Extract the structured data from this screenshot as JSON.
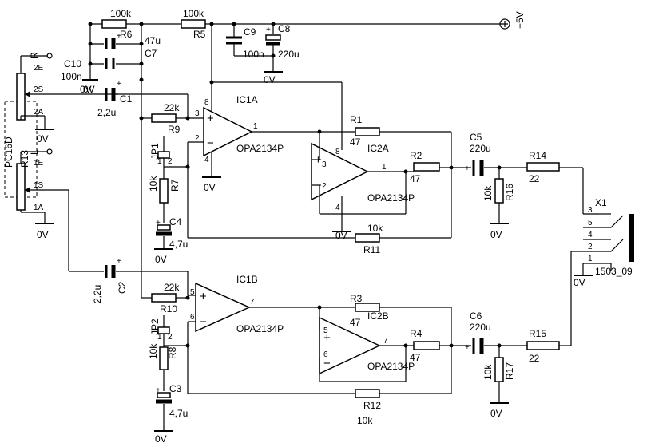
{
  "labels": {
    "r_top1": "100k",
    "r_top2": "100k",
    "r6": "R6",
    "c47u": "47u",
    "c7": "C7",
    "r5": "R5",
    "c9": "C9",
    "c9v": "100n",
    "c8": "C8",
    "c8v": "220u",
    "supply": "+5V",
    "ov_top": "0V",
    "c10": "C10",
    "c10v": "100n",
    "ov_mid": "0V",
    "c1": "C1",
    "c1v": "2,2u",
    "r": "R",
    "l": "L",
    "pot": "PC16D",
    "r13": "R13",
    "p2e": "2E",
    "p2s": "2S",
    "p2a": "2A",
    "p1e": "1E",
    "p1s": "1S",
    "p1a": "1A",
    "ov_p2": "0V",
    "ov_p1": "0V",
    "r9v": "22k",
    "r9": "R9",
    "ic1a": "IC1A",
    "opa1": "OPA2134P",
    "jp1": "JP1",
    "r7v": "10k",
    "r7": "R7",
    "ov_ic1": "0V",
    "c4": "C4",
    "c4v": "4,7u",
    "ov_c4": "0V",
    "r1": "R1",
    "r1v": "47",
    "ic2a": "IC2A",
    "opa2a": "OPA2134P",
    "r2": "R2",
    "r2v": "47",
    "ov_ic2": "0V",
    "r11v": "10k",
    "r11": "R11",
    "c5v": "220u",
    "c5": "C5",
    "r14": "R14",
    "r14v": "22",
    "r16v": "10k",
    "r16": "R16",
    "ov_r16": "0V",
    "x1": "X1",
    "conn": "1503_09",
    "ov_conn": "0V",
    "p3": "3",
    "p5": "5",
    "p4": "4",
    "p2": "2",
    "p1": "1",
    "c2v": "2,2u",
    "c2": "C2",
    "ic1b": "IC1B",
    "r10v": "22k",
    "r10": "R10",
    "opa1b": "OPA2134P",
    "jp2": "JP2",
    "r8v": "10k",
    "r8": "R8",
    "c3": "C3",
    "c3v": "4,7u",
    "ov_c3": "0V",
    "r3": "R3",
    "r3v": "47",
    "ic2b": "IC2B",
    "opa2b": "OPA2134P",
    "r4": "R4",
    "r4v": "47",
    "r12": "R12",
    "r12v": "10k",
    "c6v": "220u",
    "c6": "C6",
    "r15": "R15",
    "r15v": "22",
    "r17v": "10k",
    "r17": "R17",
    "ov_r17": "0V"
  },
  "pins": {
    "ic1a_3": "3",
    "ic1a_2": "2",
    "ic1a_8": "8",
    "ic1a_4": "4",
    "ic1a_1": "1",
    "ic2a_3": "3",
    "ic2a_2": "2",
    "ic2a_8": "8",
    "ic2a_4": "4",
    "ic2a_1": "1",
    "ic1b_5": "5",
    "ic1b_6": "6",
    "ic1b_7": "7",
    "ic2b_5": "5",
    "ic2b_6": "6",
    "ic2b_7": "7",
    "jp1_1": "1",
    "jp1_2": "2",
    "jp2_1": "1",
    "jp2_2": "2"
  },
  "symbols": {
    "plus": "+",
    "minus": "−",
    "cap_plus": "+"
  }
}
